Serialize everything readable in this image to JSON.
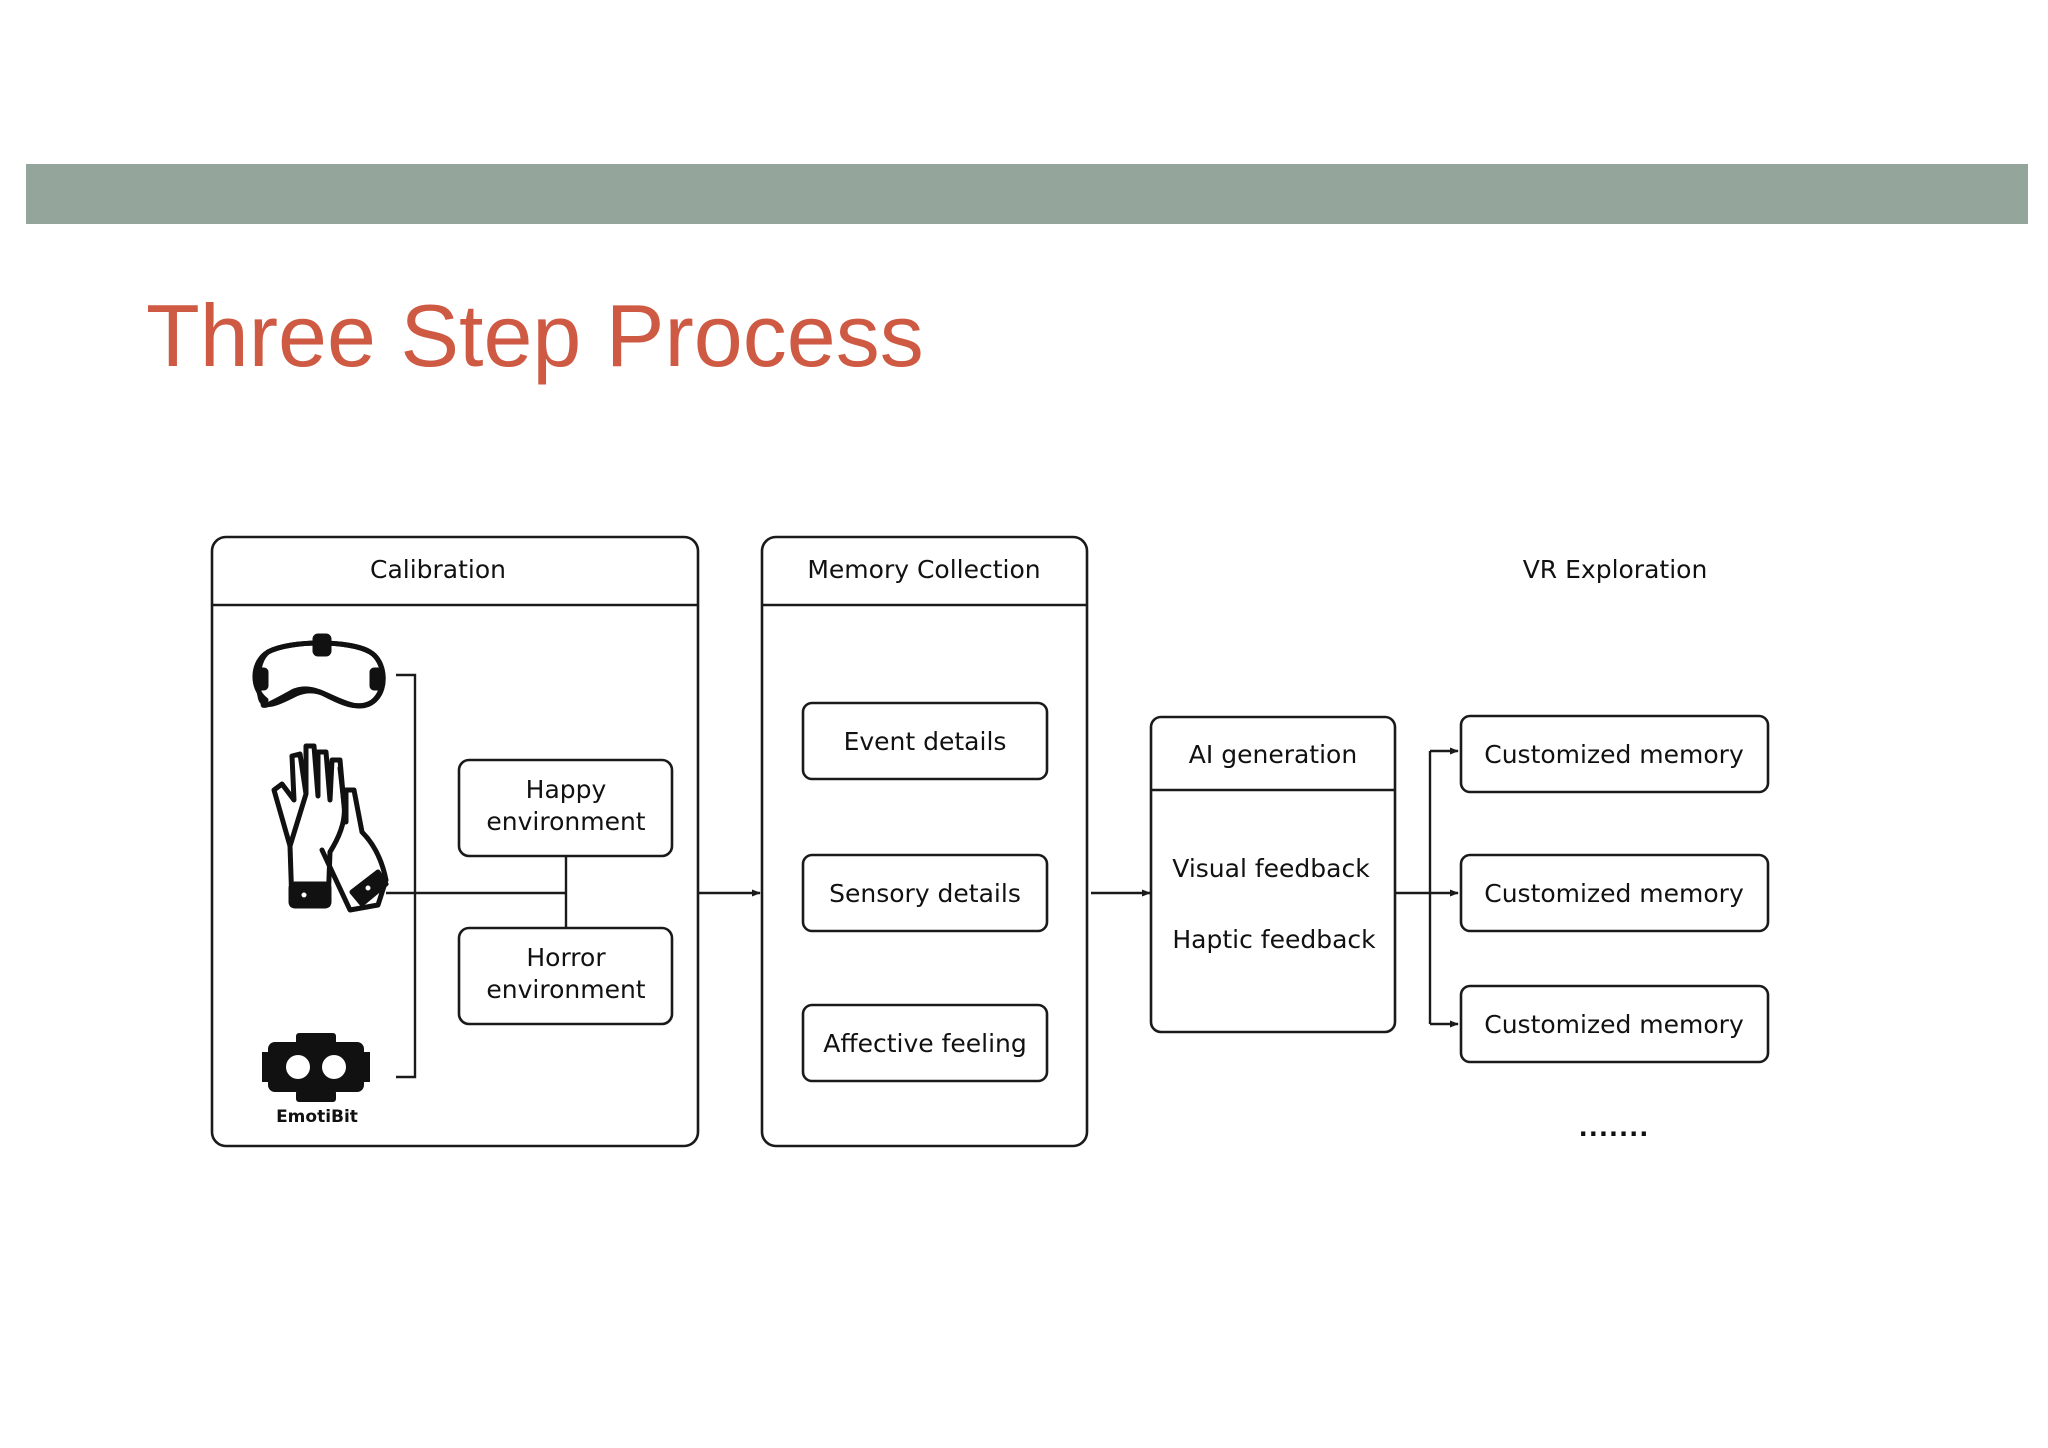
{
  "title": "Three Step Process",
  "colors": {
    "header_bar": "#94a59b",
    "title": "#cf5a43",
    "stroke": "#1a1a1a"
  },
  "diagram": {
    "calibration": {
      "header": "Calibration",
      "devices": [
        "vr-headset-icon",
        "haptic-gloves-icon",
        "emotibit-sensor-icon"
      ],
      "device_label": "EmotiBit",
      "happy_env": [
        "Happy",
        "environment"
      ],
      "horror_env": [
        "Horror",
        "environment"
      ]
    },
    "memory_collection": {
      "header": "Memory Collection",
      "items": [
        "Event details",
        "Sensory details",
        "Affective feeling"
      ]
    },
    "ai_generation": {
      "header": "AI generation",
      "items": [
        "Visual feedback",
        "Haptic feedback"
      ]
    },
    "vr_exploration": {
      "header": "VR Exploration",
      "items": [
        "Customized memory",
        "Customized memory",
        "Customized memory"
      ],
      "more": "......."
    }
  }
}
